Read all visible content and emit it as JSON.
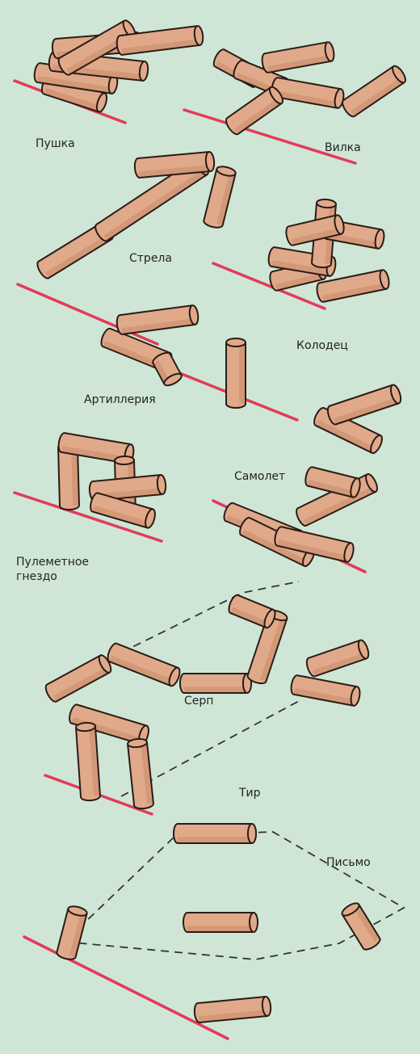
{
  "colors": {
    "background": "#cfe6d6",
    "log_fill": "#e0a98a",
    "log_shade": "#c98a68",
    "log_outline": "#2a1c16",
    "ground_line": "#e23b5a",
    "dashed_line": "#333333"
  },
  "figures": [
    {
      "id": "cannon",
      "label": "Пушка"
    },
    {
      "id": "fork",
      "label": "Вилка"
    },
    {
      "id": "arrow",
      "label": "Стрела"
    },
    {
      "id": "well",
      "label": "Колодец"
    },
    {
      "id": "artillery",
      "label": "Артиллерия"
    },
    {
      "id": "plane",
      "label": "Самолет"
    },
    {
      "id": "machinegun-nest",
      "label": "Пулеметное\nгнездо"
    },
    {
      "id": "sickle",
      "label": "Серп"
    },
    {
      "id": "shooting-range",
      "label": "Тир"
    },
    {
      "id": "letter",
      "label": "Письмо"
    }
  ]
}
